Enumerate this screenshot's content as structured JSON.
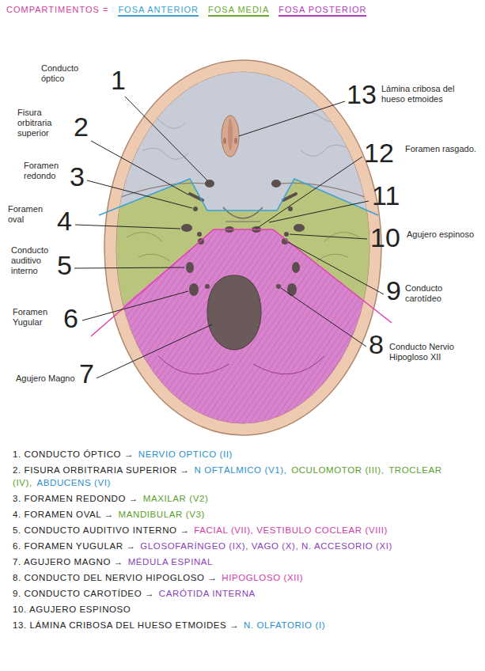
{
  "diagram": {
    "title": "COMPARTIMENTOS =",
    "labels": [
      "Conducto óptico",
      "1",
      "Fisura orbitraria superior",
      "2",
      "Foramen redondo",
      "3",
      "Foramen oval",
      "4",
      "Conducto auditivo interno",
      "5",
      "Foramen Yugular",
      "6",
      "Agujero Magno",
      "7",
      "13",
      "Lámina cribosa del hueso etmoides",
      "12",
      "Foramen rasgado.",
      "11",
      "10",
      "Agujero espinoso",
      "9",
      "Conducto carotídeo",
      "8",
      "Conducto Nervio Hipogloso XII",
      "1. CONDUCTO ÓPTICO →",
      "NERVIO OPTICO (II)",
      "2. FISURA ORBITRARIA SUPERIOR →",
      "N OFTÁLMICO (V1),",
      "OCULOMOTOR (III),",
      "TROCLEAR (IV),",
      "ABDUCENS (VI)",
      "3. FORAMEN REDONDO →",
      "MAXILAR (V2)",
      "4. FORAMEN OVAL →",
      "MANDIBULAR (V3)",
      "5. CONDUCTO AUDITIVO INTERNO →",
      "FACIAL (VII), VESTIBULO COCLEAR (VIII)",
      "6. FORAMEN YUGULAR →",
      "GLOSOFARÍNGEO (IX), VAGO (X), N. ACCESORIO (XI)",
      "7. AGUJERO MAGNO →",
      "MÉDULA ESPINAL",
      "8. CONDUCTO DEL NERVIO HIPOGLOSO →",
      "HIPOGLOSO (XII)",
      "9. CONDUCTO CAROTÍDEO →",
      "CARÓTIDA INTERNA",
      "10. AGUJERO ESPINOSO",
      "13. LÁMINA CRIBOSA DEL HUESO ETMOIDES →",
      "N. OLFATORIO (I)"
    ],
    "legend": [
      {
        "text": "FOSA ANTERIOR",
        "color": "#3a9fd6"
      },
      {
        "text": "FOSA MEDIA",
        "color": "#6aaa2e"
      },
      {
        "text": "FOSA POSTERIOR",
        "color": "#b03cc0"
      }
    ]
  }
}
